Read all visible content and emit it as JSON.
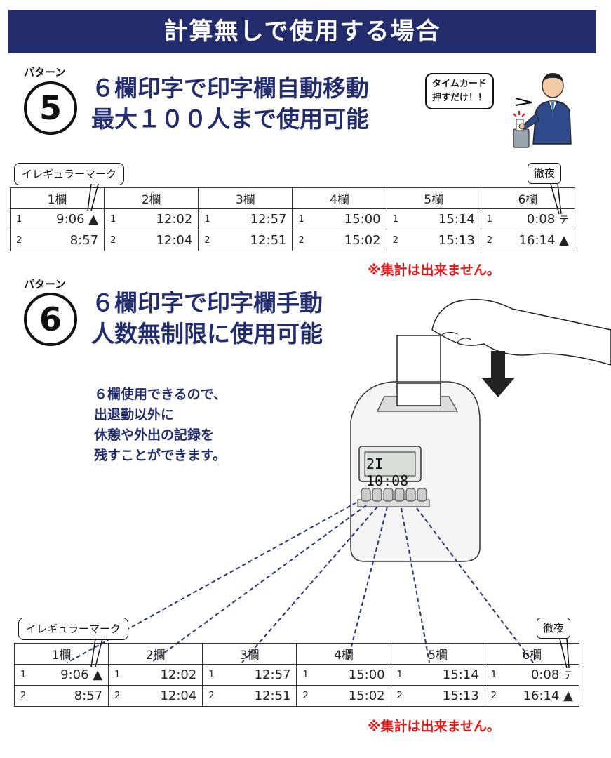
{
  "banner": {
    "title": "計算無しで使用する場合"
  },
  "pattern5": {
    "label": "パターン",
    "number": "5",
    "headline_line1": "６欄印字で印字欄自動移動",
    "headline_line2": "最大１００人まで使用可能",
    "bubble_line1": "タイムカード",
    "bubble_line2": "押すだけ！！",
    "irregular_mark": "イレギュラーマーク",
    "overnight": "徹夜",
    "columns": [
      "1欄",
      "2欄",
      "3欄",
      "4欄",
      "5欄",
      "6欄"
    ],
    "rows": [
      {
        "index": "1",
        "cells": [
          "9:06 ▲",
          "12:02",
          "12:57",
          "15:00",
          "15:14",
          "0:08"
        ],
        "last_mark": "テ"
      },
      {
        "index": "2",
        "cells": [
          "8:57",
          "12:04",
          "12:51",
          "15:02",
          "15:13",
          "16:14 ▲"
        ],
        "last_mark": ""
      }
    ],
    "warning": "※集計は出来ません。"
  },
  "pattern6": {
    "label": "パターン",
    "number": "6",
    "headline_line1": "６欄印字で印字欄手動",
    "headline_line2": "人数無制限に使用可能",
    "description": [
      "６欄使用できるので、",
      "出退勤以外に",
      "休憩や外出の記録を",
      "残すことができます。"
    ],
    "clock_display": "2I 10:08",
    "irregular_mark": "イレギュラーマーク",
    "overnight": "徹夜",
    "columns": [
      "1欄",
      "2欄",
      "3欄",
      "4欄",
      "5欄",
      "6欄"
    ],
    "rows": [
      {
        "index": "1",
        "cells": [
          "9:06 ▲",
          "12:02",
          "12:57",
          "15:00",
          "15:14",
          "0:08"
        ],
        "last_mark": "テ"
      },
      {
        "index": "2",
        "cells": [
          "8:57",
          "12:04",
          "12:51",
          "15:02",
          "15:13",
          "16:14 ▲"
        ],
        "last_mark": ""
      }
    ],
    "warning": "※集計は出来ません。"
  },
  "colors": {
    "navy": "#232d6e",
    "red": "#e01b1b",
    "border": "#333333"
  }
}
